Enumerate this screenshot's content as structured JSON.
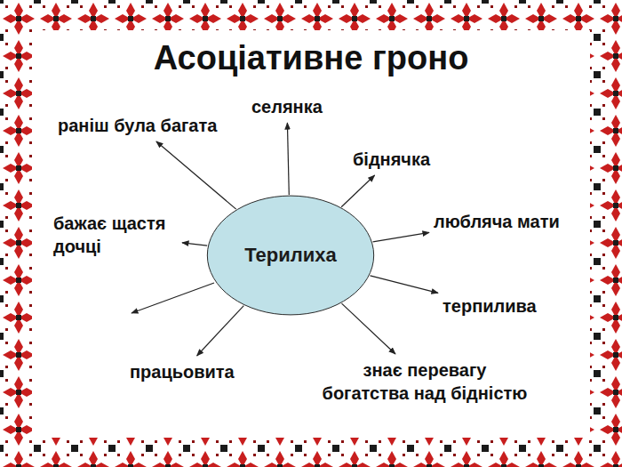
{
  "diagram": {
    "title": "Асоціативне гроно",
    "nodes": [
      {
        "text": [
          "Терилиха"
        ]
      },
      {
        "text": [
          "раніш була багата"
        ]
      },
      {
        "text": [
          "селянка"
        ]
      },
      {
        "text": [
          "біднячка"
        ]
      },
      {
        "text": [
          "любляча мати"
        ]
      },
      {
        "text": [
          "терпилива"
        ]
      },
      {
        "text": [
          "знає перевагу богатства над бідністю"
        ]
      },
      {
        "text": [
          "працьовита"
        ]
      },
      {
        "text": [
          "бажає щастя дочці"
        ]
      }
    ],
    "edges": [
      {
        "from": 0,
        "to": 1,
        "arrow": "to"
      },
      {
        "from": 0,
        "to": 2,
        "arrow": "to"
      },
      {
        "from": 0,
        "to": 3,
        "arrow": "to"
      },
      {
        "from": 0,
        "to": 4,
        "arrow": "to"
      },
      {
        "from": 0,
        "to": 5,
        "arrow": "to"
      },
      {
        "from": 0,
        "to": 6,
        "arrow": "to"
      },
      {
        "from": 0,
        "to": 7,
        "arrow": "to"
      },
      {
        "from": 0,
        "to": 8,
        "arrow": "to"
      }
    ]
  }
}
